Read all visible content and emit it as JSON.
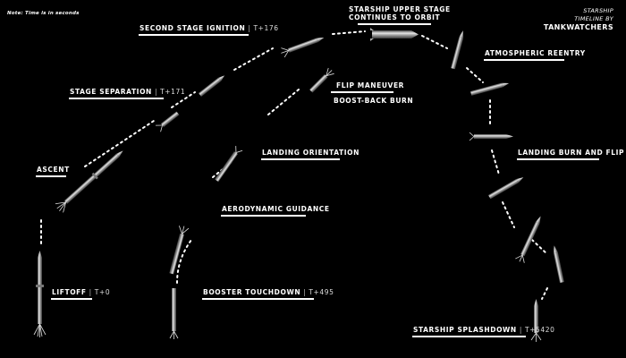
{
  "note": "Note: Time is in seconds",
  "brand": {
    "line1": "STARSHIP",
    "line2": "TIMELINE BY",
    "line3": "TANKWATCHERS"
  },
  "events": {
    "liftoff": {
      "label": "LIFTOFF",
      "time": "T+0"
    },
    "ascent": {
      "label": "ASCENT"
    },
    "stage_separation": {
      "label": "STAGE SEPARATION",
      "time": "T+171"
    },
    "second_stage_ignition": {
      "label": "SECOND STAGE IGNITION",
      "time": "T+176"
    },
    "upper_stage_line1": {
      "label": "STARSHIP UPPER STAGE"
    },
    "upper_stage_line2": {
      "label": "CONTINUES TO ORBIT"
    },
    "flip_maneuver": {
      "label": "FLIP MANEUVER"
    },
    "boost_back_burn": {
      "label": "BOOST-BACK BURN"
    },
    "landing_orientation": {
      "label": "LANDING ORIENTATION"
    },
    "aerodynamic_guidance": {
      "label": "AERODYNAMIC GUIDANCE"
    },
    "booster_touchdown": {
      "label": "BOOSTER TOUCHDOWN",
      "time": "T+495"
    },
    "atmospheric_reentry": {
      "label": "ATMOSPHERIC REENTRY"
    },
    "landing_burn_flip": {
      "label": "LANDING BURN AND FLIP"
    },
    "splashdown": {
      "label": "STARSHIP SPLASHDOWN",
      "time": "T+5420"
    }
  }
}
